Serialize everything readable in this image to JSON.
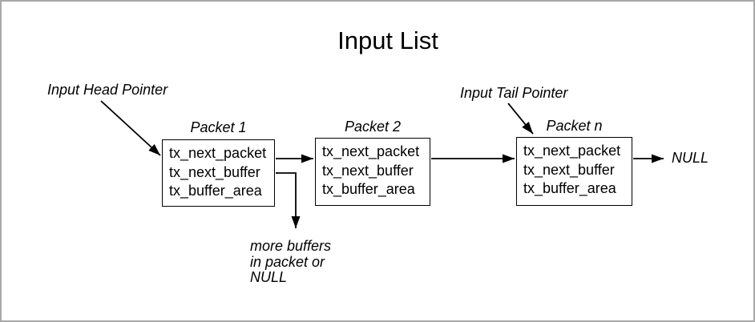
{
  "title": "Input List",
  "pointers": {
    "head": "Input Head Pointer",
    "tail": "Input Tail Pointer"
  },
  "packets": [
    {
      "name": "Packet 1",
      "fields": [
        "tx_next_packet",
        "tx_next_buffer",
        "tx_buffer_area"
      ]
    },
    {
      "name": "Packet 2",
      "fields": [
        "tx_next_packet",
        "tx_next_buffer",
        "tx_buffer_area"
      ]
    },
    {
      "name": "Packet n",
      "fields": [
        "tx_next_packet",
        "tx_next_buffer",
        "tx_buffer_area"
      ]
    }
  ],
  "terminators": {
    "null_label": "NULL",
    "more_buffers": [
      "more buffers",
      "in packet or",
      "NULL"
    ]
  },
  "colors": {
    "background": "#ffffff",
    "text": "#000000",
    "line": "#000000",
    "frame_border": "#a8a8a8"
  }
}
